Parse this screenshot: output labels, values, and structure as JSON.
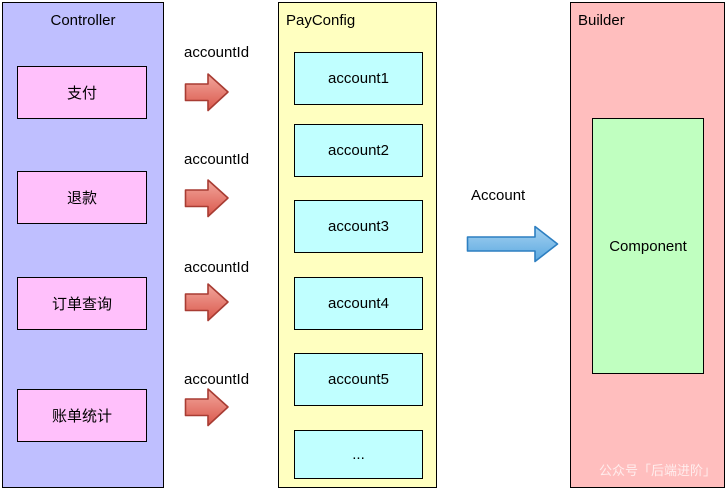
{
  "controller": {
    "title": "Controller",
    "items": [
      "支付",
      "退款",
      "订单查询",
      "账单统计"
    ]
  },
  "flows": {
    "account_id_label": "accountId",
    "account_label": "Account"
  },
  "payconfig": {
    "title": "PayConfig",
    "accounts": [
      "account1",
      "account2",
      "account3",
      "account4",
      "account5",
      "..."
    ]
  },
  "builder": {
    "title": "Builder",
    "component_label": "Component"
  },
  "watermark": "公众号「后端进阶」",
  "colors": {
    "controller_bg": "#bfbfff",
    "action_box_bg": "#ffc0fb",
    "payconfig_bg": "#ffffc0",
    "account_box_bg": "#c0ffff",
    "builder_bg": "#ffbebe",
    "component_bg": "#c0ffc0",
    "red_arrow_fill": "#dc5a4e",
    "red_arrow_stroke": "#a83c33",
    "blue_arrow_fill": "#64aee4",
    "blue_arrow_stroke": "#2d7fc1"
  }
}
